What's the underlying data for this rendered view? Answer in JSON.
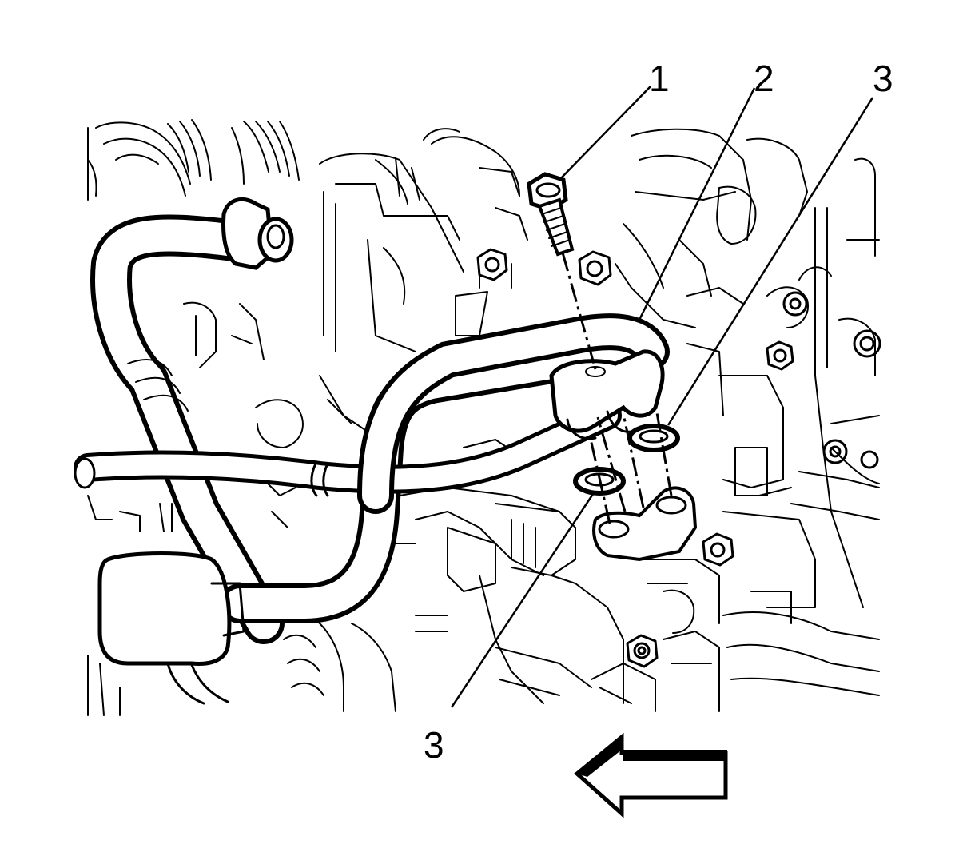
{
  "callouts": [
    {
      "id": "1",
      "label": "1"
    },
    {
      "id": "2",
      "label": "2"
    },
    {
      "id": "3a",
      "label": "3"
    },
    {
      "id": "3b",
      "label": "3"
    }
  ],
  "arrow": {
    "direction": "left"
  },
  "colors": {
    "ink": "#000000",
    "paper": "#ffffff"
  }
}
